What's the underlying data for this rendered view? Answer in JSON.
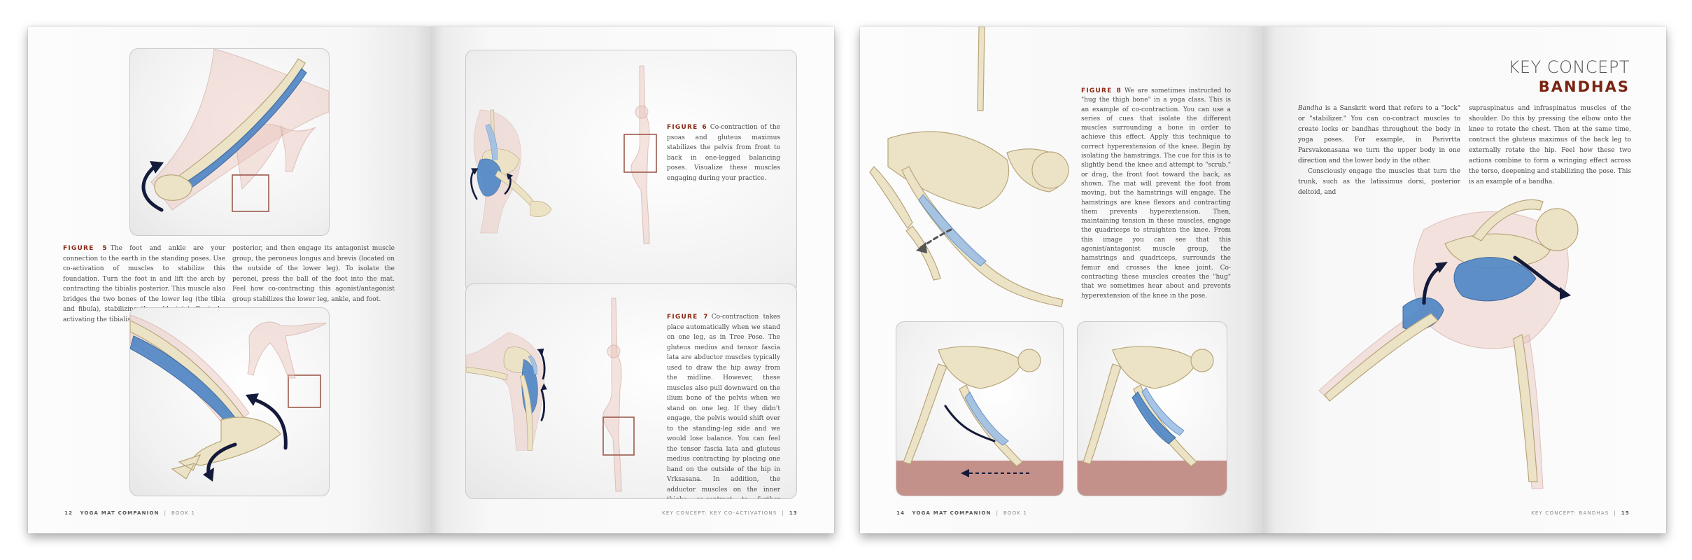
{
  "spread_a": {
    "left_page": {
      "figure5": {
        "label": "FIGURE 5",
        "col1": "The foot and ankle are your connection to the earth in the standing poses. Use co-activation of muscles to stabilize this foundation. Turn the foot in and lift the arch by contracting the tibialis posterior. This muscle also bridges the two bones of the lower leg (the tibia and fibula), stabilizing the ankle joint. Begin by activating the tibialis",
        "col2": "posterior, and then engage its antagonist muscle group, the peroneus longus and brevis (located on the outside of the lower leg). To isolate the peronei, press the ball of the foot into the mat. Feel how co-contracting this agonist/antagonist group stabilizes the lower leg, ankle, and foot."
      },
      "folio": {
        "number": "12",
        "book": "YOGA MAT COMPANION",
        "sep": "|",
        "volume": "BOOK 1"
      }
    },
    "right_page": {
      "figure6": {
        "label": "FIGURE 6",
        "text": "Co-contraction of the psoas and gluteus maximus stabilizes the pelvis from front to back in one-legged balancing poses. Visualize these muscles engaging during your practice."
      },
      "figure7": {
        "label": "FIGURE 7",
        "text": "Co-contraction takes place automatically when we stand on one leg, as in Tree Pose. The gluteus medius and tensor fascia lata are abductor muscles typically used to draw the hip away from the midline. However, these muscles also pull downward on the ilium bone of the pelvis when we stand on one leg. If they didn't engage, the pelvis would shift over to the standing-leg side and we would lose balance. You can feel the tensor fascia lata and gluteus medius contracting by placing one hand on the outside of the hip in Vrksasana. In addition, the adductor muscles on the inner thighs co-contract to further stabilize the pelvis and hip. Visualize these muscles to gain awareness of this action."
      },
      "folio": {
        "section": "KEY CONCEPT: KEY CO-ACTIVATIONS",
        "sep": "|",
        "number": "13"
      }
    }
  },
  "spread_b": {
    "left_page": {
      "figure8": {
        "label": "FIGURE 8",
        "text": "We are sometimes instructed to \"hug the thigh bone\" in a yoga class. This is an example of co-contraction. You can use a series of cues that isolate the different muscles surrounding a bone in order to achieve this effect. Apply this technique to correct hyperextension of the knee. Begin by isolating the hamstrings. The cue for this is to slightly bend the knee and attempt to \"scrub,\" or drag, the front foot toward the back, as shown. The mat will prevent the foot from moving, but the hamstrings will engage. The hamstrings are knee flexors and contracting them prevents hyperextension. Then, maintaining tension in these muscles, engage the quadriceps to straighten the knee. From this image you can see that this agonist/antagonist muscle group, the hamstrings and quadriceps, surrounds the femur and crosses the knee joint. Co-contracting these muscles creates the \"hug\" that we sometimes hear about and prevents hyperextension of the knee in the pose."
      },
      "folio": {
        "number": "14",
        "book": "YOGA MAT COMPANION",
        "sep": "|",
        "volume": "BOOK 1"
      }
    },
    "right_page": {
      "kicker": "KEY CONCEPT",
      "heading": "BANDHAS",
      "col1_p1_term": "Bandha",
      "col1_p1": " is a Sanskrit word that refers to a \"lock\" or \"stabilizer.\" You can co-contract muscles to create locks or bandhas throughout the body in yoga poses. For example, in Parivrtta Parsvakonasana we turn the upper body in one direction and the lower body in the other.",
      "col1_p2": "Consciously engage the muscles that turn the trunk, such as the latissimus dorsi, posterior deltoid, and",
      "col2": "supraspinatus and infraspinatus muscles of the shoulder. Do this by pressing the elbow onto the knee to rotate the chest. Then at the same time, contract the gluteus maximus of the back leg to externally rotate the hip. Feel how these two actions combine to form a wringing effect across the torso, deepening and stabilizing the pose. This is an example of a bandha.",
      "folio": {
        "section": "KEY CONCEPT: BANDHAS",
        "sep": "|",
        "number": "15"
      }
    }
  },
  "colors": {
    "figure_label": "#8a2a16",
    "heading": "#7a2412",
    "muscle": "#4f86c6",
    "arrow": "#141a3a"
  }
}
